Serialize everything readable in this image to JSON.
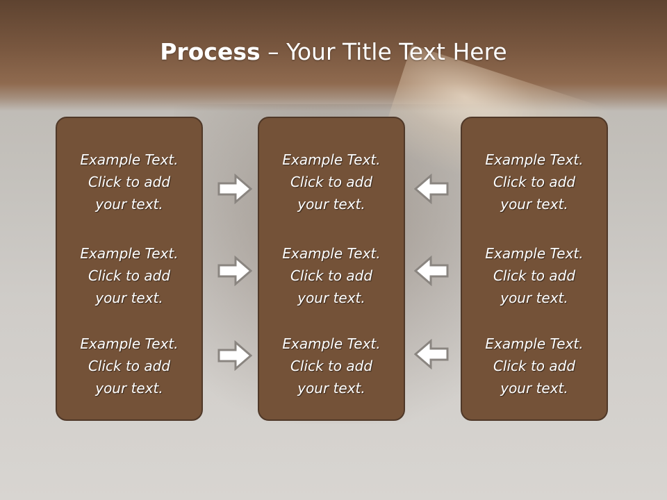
{
  "slide": {
    "title_bold": "Process",
    "title_rest": " – Your Title Text Here",
    "columns": [
      {
        "cells": [
          {
            "line1": "Example Text.",
            "line2": "Click  to add",
            "line3": "your text."
          },
          {
            "line1": "Example Text.",
            "line2": "Click  to add",
            "line3": "your text."
          },
          {
            "line1": "Example Text.",
            "line2": "Click  to add",
            "line3": "your text."
          }
        ]
      },
      {
        "cells": [
          {
            "line1": "Example Text.",
            "line2": "Click  to add",
            "line3": "your text."
          },
          {
            "line1": "Example Text.",
            "line2": "Click  to add",
            "line3": "your text."
          },
          {
            "line1": "Example Text.",
            "line2": "Click  to add",
            "line3": "your text."
          }
        ]
      },
      {
        "cells": [
          {
            "line1": "Example Text.",
            "line2": "Click  to add",
            "line3": "your text."
          },
          {
            "line1": "Example Text.",
            "line2": "Click  to add",
            "line3": "your text."
          },
          {
            "line1": "Example Text.",
            "line2": "Click  to add",
            "line3": "your text."
          }
        ]
      }
    ],
    "arrows": {
      "left_group": "arrow-right-icon",
      "right_group": "arrow-left-icon"
    },
    "colors": {
      "box_fill": "#745238",
      "box_border": "#4f3828",
      "arrow_fill": "#ffffff",
      "arrow_outline": "#8a8580",
      "header": "#7a5840"
    }
  }
}
